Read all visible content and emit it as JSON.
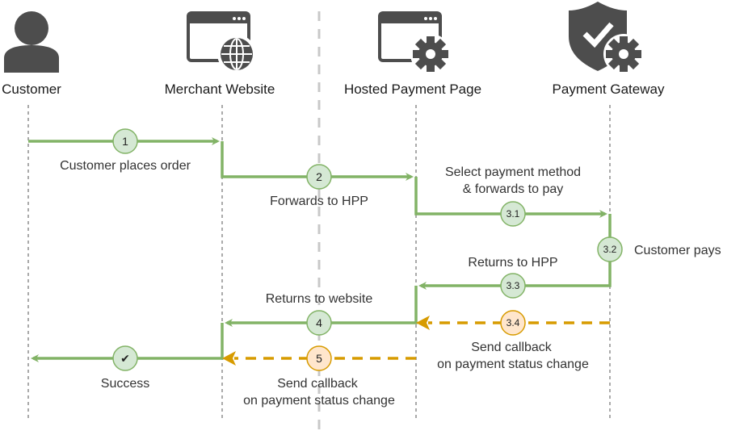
{
  "actors": {
    "customer": "Customer",
    "merchant": "Merchant Website",
    "hpp": "Hosted Payment Page",
    "gateway": "Payment Gateway"
  },
  "steps": {
    "s1": {
      "badge": "1",
      "label": "Customer places order"
    },
    "s2": {
      "badge": "2",
      "label": "Forwards to HPP"
    },
    "s31": {
      "badge": "3.1",
      "label_line1": "Select payment method",
      "label_line2": "& forwards to pay"
    },
    "s32": {
      "badge": "3.2",
      "label": "Customer pays"
    },
    "s33": {
      "badge": "3.3",
      "label": "Returns to HPP"
    },
    "s34": {
      "badge": "3.4",
      "label_line1": "Send callback",
      "label_line2": "on payment status change"
    },
    "s4": {
      "badge": "4",
      "label": "Returns to website"
    },
    "s5": {
      "badge": "5",
      "label_line1": "Send callback",
      "label_line2": "on payment status change"
    },
    "success": {
      "badge": "✔",
      "label": "Success"
    }
  },
  "colors": {
    "flow": "#82b366",
    "callback": "#d79b00",
    "flow_badge_fill": "#d5e8d4",
    "callback_badge_fill": "#ffe6cc",
    "icon": "#4d4d4d",
    "lifeline": "#555555",
    "divider": "#c8c8c8"
  },
  "icons": [
    "user-icon",
    "browser-globe-icon",
    "browser-gear-icon",
    "shield-check-gear-icon"
  ]
}
